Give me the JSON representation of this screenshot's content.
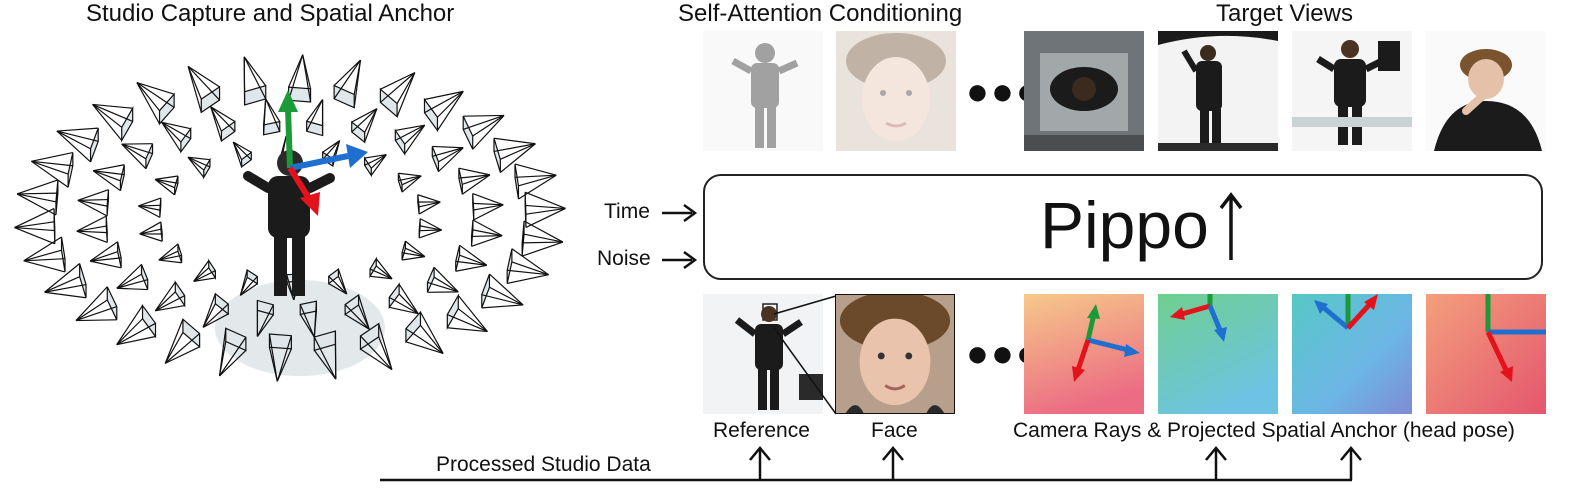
{
  "titles": {
    "capture": "Studio Capture and Spatial Anchor",
    "conditioning": "Self-Attention Conditioning",
    "targets": "Target Views"
  },
  "model": {
    "name": "Pippo",
    "arrow_glyph": "↑"
  },
  "inputs": {
    "time": "Time",
    "noise": "Noise"
  },
  "captions": {
    "reference": "Reference",
    "face": "Face",
    "rays": "Camera Rays & Projected Spatial Anchor (head pose)",
    "processed": "Processed Studio Data"
  },
  "ellipsis": "●●●",
  "colors": {
    "axis_x": "#1f6fd1",
    "axis_y": "#1c9a3a",
    "axis_z": "#e3121b",
    "line": "#111111"
  }
}
